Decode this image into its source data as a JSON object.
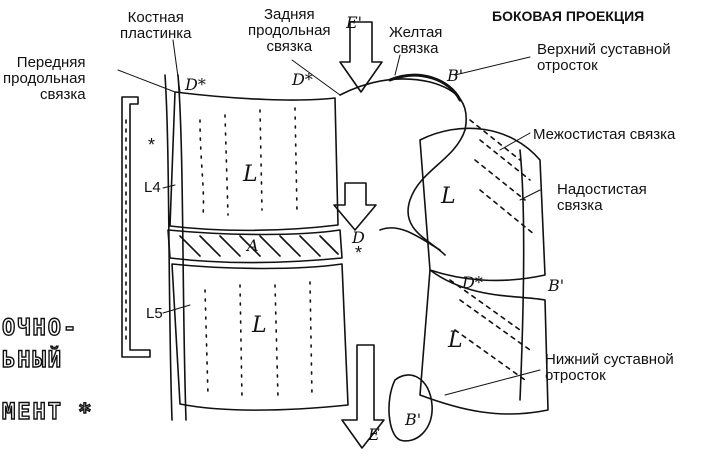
{
  "title": "БОКОВАЯ ПРОЕКЦИЯ",
  "labels": {
    "bony_plate": "Костная\nпластинка",
    "posterior_ligament": "Задняя\nпродольная\nсвязка",
    "yellow_ligament": "Желтая\nсвязка",
    "anterior_ligament": "Передняя\nпродольная\nсвязка",
    "superior_process": "Верхний суставной\nотросток",
    "interspinous": "Межостистая связка",
    "supraspinous": "Надостистая\nсвязка",
    "inferior_process": "Нижний суставной\nотросток",
    "l4": "L4",
    "l5": "L5"
  },
  "side_text": [
    "ОЧНО-",
    "ЬНЫЙ",
    "МЕНТ *"
  ],
  "drawing_marks": {
    "d_star": "D*",
    "e_prime": "E'",
    "b_prime": "B'",
    "l": "L",
    "a": "A",
    "d": "D",
    "e": "E",
    "star": "*"
  },
  "colors": {
    "ink": "#111111",
    "paper": "#ffffff"
  }
}
